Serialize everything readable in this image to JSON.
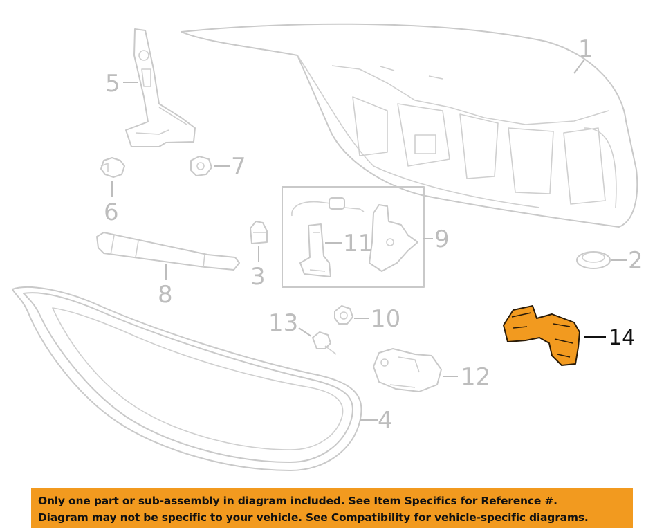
{
  "callouts": {
    "c1": "1",
    "c2": "2",
    "c3": "3",
    "c4": "4",
    "c5": "5",
    "c6": "6",
    "c7": "7",
    "c8": "8",
    "c9": "9",
    "c10": "10",
    "c11": "11",
    "c12": "12",
    "c13": "13",
    "c14": "14"
  },
  "notice": {
    "line1": "Only one part or sub-assembly in diagram included. See Item Specifics for Reference #.",
    "line2": "Diagram may not be specific to your vehicle. See Compatibility for vehicle-specific diagrams."
  },
  "colors": {
    "highlight": "#f29a1f",
    "parts_outline": "#c9c9c9",
    "callout_text": "#bdbdbd",
    "highlight_label": "#111111"
  }
}
